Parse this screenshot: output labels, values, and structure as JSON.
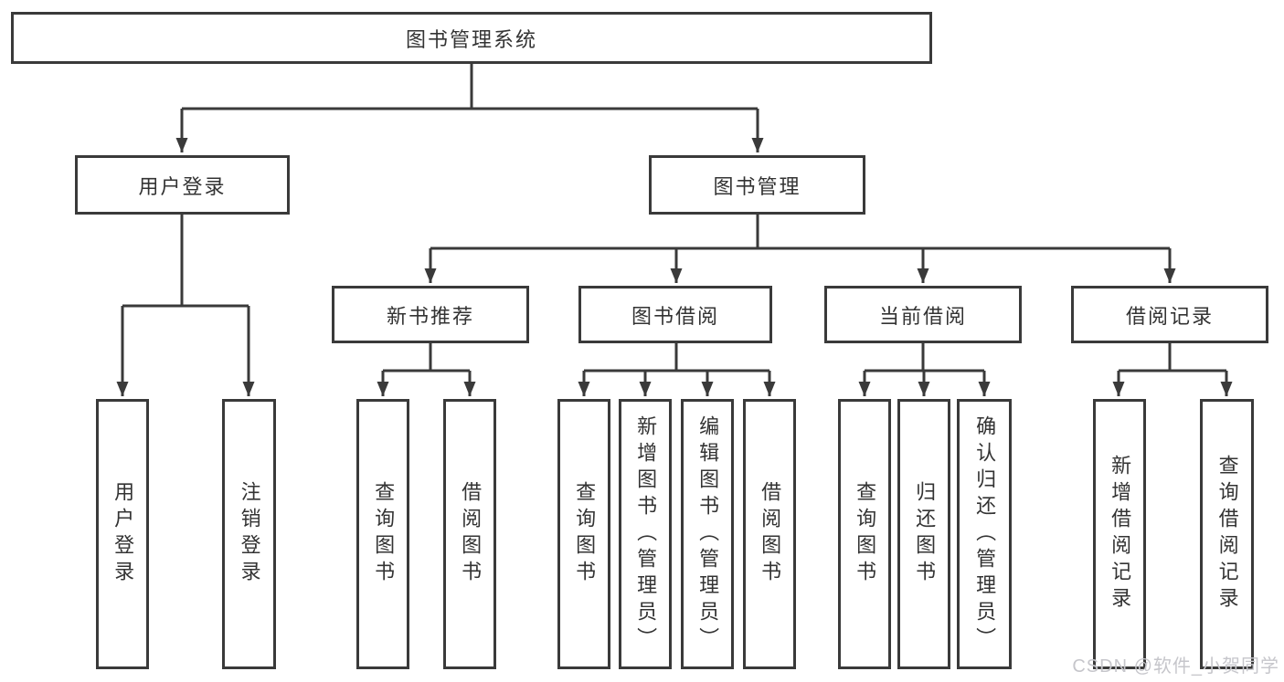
{
  "page": {
    "background": "#ffffff",
    "line_color": "#3a3a3a",
    "text_color": "#333333"
  },
  "watermark": {
    "text": "CSDN @软件_小贺同学",
    "color": "#c6c6cb"
  },
  "tree": {
    "root": {
      "label": "图书管理系统"
    },
    "children": [
      {
        "label": "用户登录",
        "children": [
          {
            "label": "用户登录"
          },
          {
            "label": "注销登录"
          }
        ]
      },
      {
        "label": "图书管理",
        "children": [
          {
            "label": "新书推荐",
            "children": [
              {
                "label": "查询图书"
              },
              {
                "label": "借阅图书"
              }
            ]
          },
          {
            "label": "图书借阅",
            "children": [
              {
                "label": "查询图书"
              },
              {
                "label": "新增图书（管理员）"
              },
              {
                "label": "编辑图书（管理员）"
              },
              {
                "label": "借阅图书"
              }
            ]
          },
          {
            "label": "当前借阅",
            "children": [
              {
                "label": "查询图书"
              },
              {
                "label": "归还图书"
              },
              {
                "label": "确认归还（管理员）"
              }
            ]
          },
          {
            "label": "借阅记录",
            "children": [
              {
                "label": "新增借阅记录"
              },
              {
                "label": "查询借阅记录"
              }
            ]
          }
        ]
      }
    ]
  }
}
